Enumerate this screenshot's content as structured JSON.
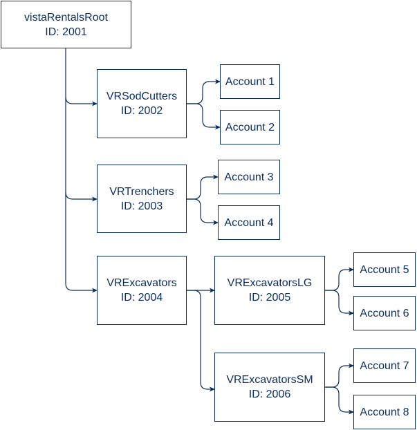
{
  "colors": {
    "stroke": "#0b2d5c",
    "text": "#0b2d5c",
    "fill": "#ffffff"
  },
  "nodes": {
    "root": {
      "name": "vistaRentalsRoot",
      "id_text": "ID: 2001"
    },
    "sodcutters": {
      "name": "VRSodCutters",
      "id_text": "ID: 2002"
    },
    "trenchers": {
      "name": "VRTrenchers",
      "id_text": "ID: 2003"
    },
    "excavators": {
      "name": "VRExcavators",
      "id_text": "ID: 2004"
    },
    "excavators_lg": {
      "name": "VRExcavatorsLG",
      "id_text": "ID: 2005"
    },
    "excavators_sm": {
      "name": "VRExcavatorsSM",
      "id_text": "ID: 2006"
    }
  },
  "accounts": [
    {
      "label": "Account 1"
    },
    {
      "label": "Account 2"
    },
    {
      "label": "Account 3"
    },
    {
      "label": "Account 4"
    },
    {
      "label": "Account 5"
    },
    {
      "label": "Account 6"
    },
    {
      "label": "Account 7"
    },
    {
      "label": "Account 8"
    }
  ]
}
